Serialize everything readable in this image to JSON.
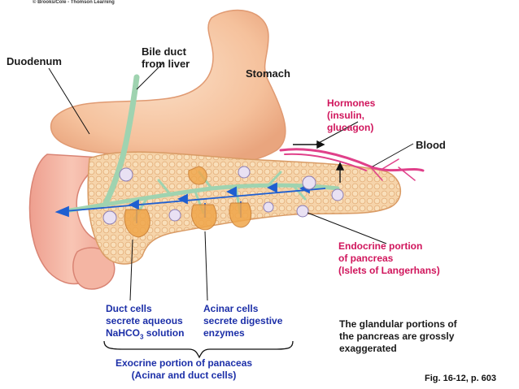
{
  "copyright": "© Brooks/Cole - Thomson Learning",
  "labels": {
    "duodenum": "Duodenum",
    "bile_duct": "Bile duct\nfrom liver",
    "stomach": "Stomach",
    "hormones": "Hormones\n(insulin,\nglucagon)",
    "blood": "Blood",
    "endocrine": "Endocrine portion\nof pancreas\n(Islets of Langerhans)",
    "duct_cells_line1": "Duct cells",
    "duct_cells_line2": "secrete aqueous",
    "duct_cells_formula_pre": "NaHCO",
    "duct_cells_formula_sub": "3",
    "duct_cells_formula_post": " solution",
    "acinar_cells": "Acinar cells\nsecrete digestive\nenzymes",
    "exocrine": "Exocrine portion of panaceas\n(Acinar and duct cells)",
    "note": "The glandular portions of\nthe pancreas are grossly\nexaggerated",
    "figure_ref": "Fig. 16-12, p. 603"
  },
  "colors": {
    "pancreas": "#f6d2a6",
    "stomach": "#f7c9a4",
    "duodenum": "#f3b0a0",
    "duct": "#9fd3b0",
    "arrow_blue": "#1f5fd1",
    "blood": "#e0408a",
    "magenta_text": "#d0155c",
    "blue_text": "#1c2fa8"
  }
}
